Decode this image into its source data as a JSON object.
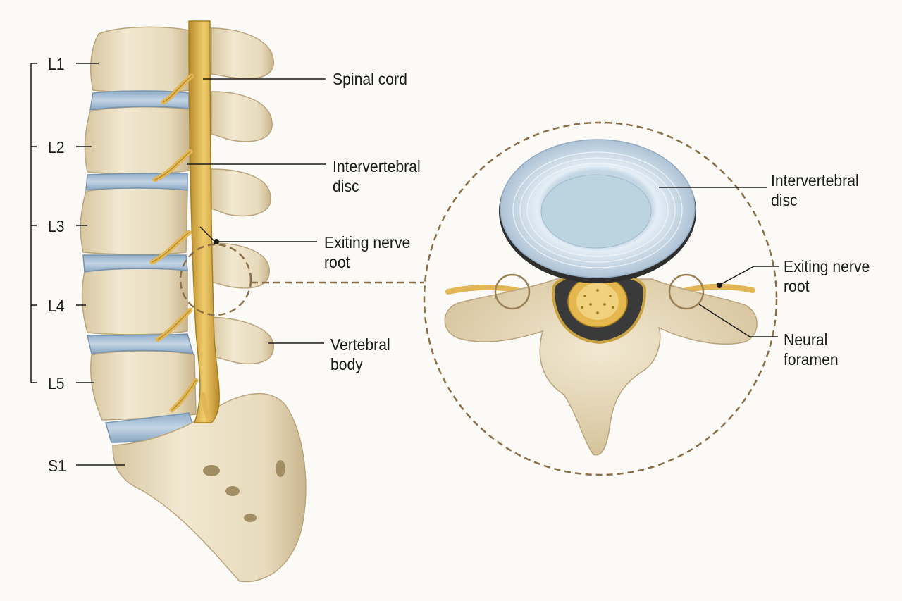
{
  "levels": {
    "l1": "L1",
    "l2": "L2",
    "l3": "L3",
    "l4": "L4",
    "l5": "L5",
    "s1": "S1"
  },
  "sagittal_labels": {
    "spinal_cord": "Spinal cord",
    "intervertebral_disc": "Intervertebral\ndisc",
    "exiting_nerve_root": "Exiting nerve\nroot",
    "vertebral_body": "Vertebral\nbody"
  },
  "axial_labels": {
    "intervertebral_disc": "Intervertebral\ndisc",
    "exiting_nerve_root": "Exiting nerve\nroot",
    "neural_foramen": "Neural\nforamen"
  },
  "colors": {
    "bone": "#ece1c6",
    "bone_shadow": "#cbb892",
    "disc": "#a9c2d9",
    "nerve": "#e2b654",
    "nerve_outline": "#a8801f",
    "circle": "#9a7f55",
    "line": "#1a1a1a"
  }
}
